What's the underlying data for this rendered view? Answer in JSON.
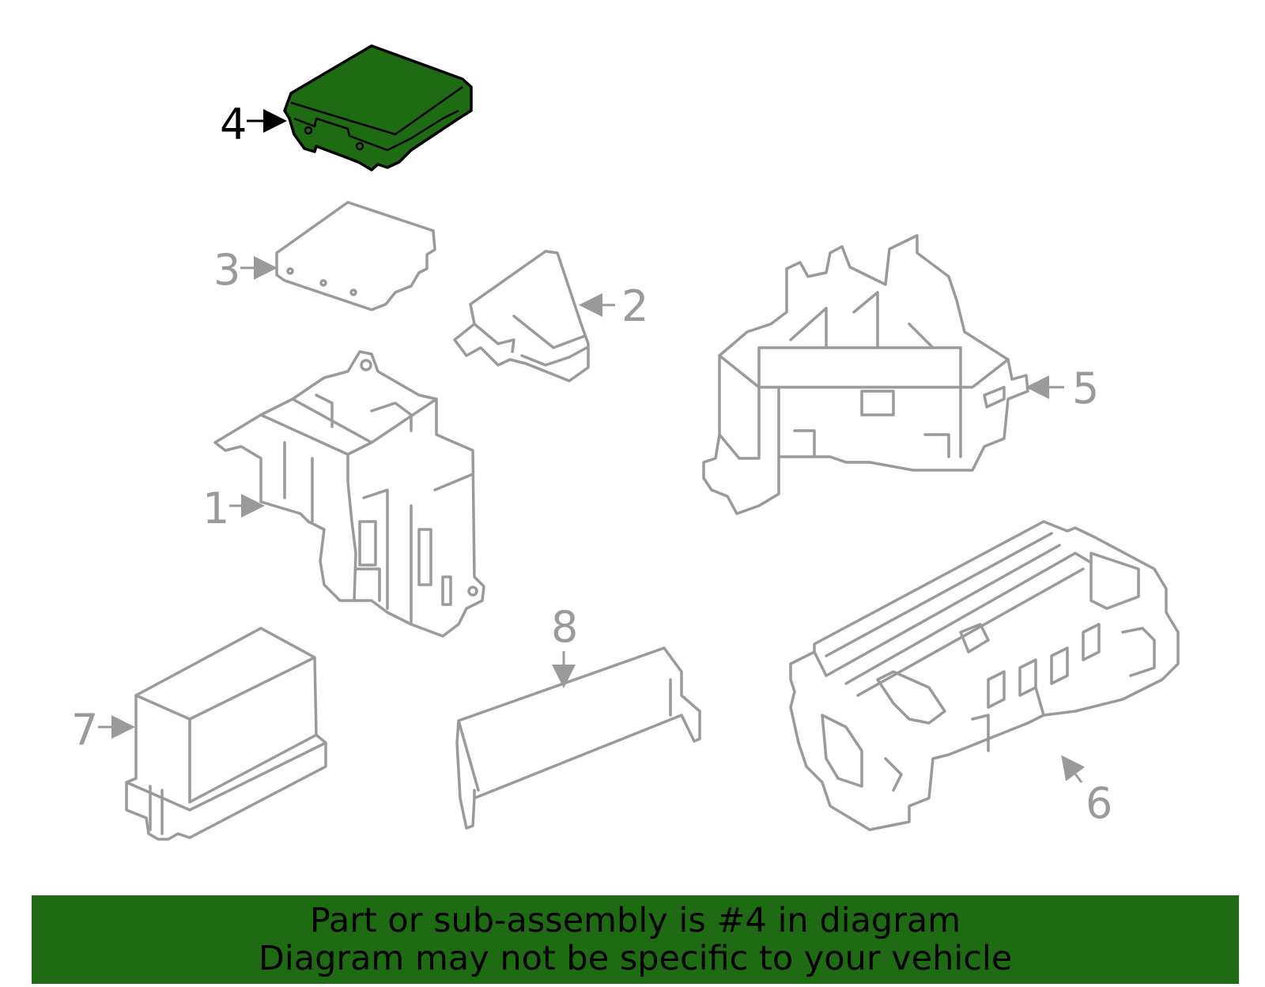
{
  "diagram": {
    "highlighted_callout": "4",
    "highlight_color": "#1f6b14",
    "line_color": "#9a9a9a",
    "callouts": {
      "c1": "1",
      "c2": "2",
      "c3": "3",
      "c4": "4",
      "c5": "5",
      "c6": "6",
      "c7": "7",
      "c8": "8"
    }
  },
  "banner": {
    "line1": "Part or sub-assembly is #4 in diagram",
    "line2": "Diagram may not be specific to your vehicle",
    "background": "#1f6b14"
  }
}
